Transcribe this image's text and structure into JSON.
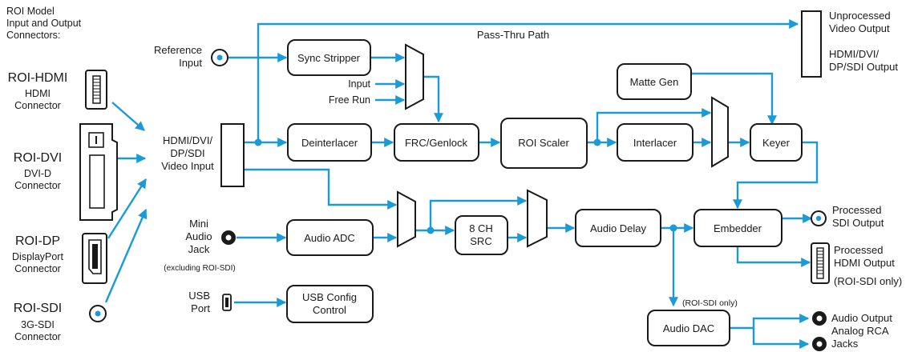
{
  "header": [
    "ROI Model",
    "Input and Output",
    "Connectors:"
  ],
  "connectors": [
    {
      "model": "ROI-HDMI",
      "desc": [
        "HDMI",
        "Connector"
      ]
    },
    {
      "model": "ROI-DVI",
      "desc": [
        "DVI-D",
        "Connector"
      ]
    },
    {
      "model": "ROI-DP",
      "desc": [
        "DisplayPort",
        "Connector"
      ]
    },
    {
      "model": "ROI-SDI",
      "desc": [
        "3G-SDI",
        "Connector"
      ]
    }
  ],
  "inputs": {
    "video_input": [
      "HDMI/DVI/",
      "DP/SDI",
      "Video Input"
    ],
    "reference": [
      "Reference",
      "Input"
    ],
    "mini_audio": [
      "Mini",
      "Audio",
      "Jack"
    ],
    "mini_audio_note": "(excluding ROI-SDI)",
    "usb": [
      "USB",
      "Port"
    ],
    "mux_input": "Input",
    "mux_free_run": "Free Run"
  },
  "blocks": {
    "sync_stripper": [
      "Sync Stripper"
    ],
    "deinterlacer": [
      "Deinterlacer"
    ],
    "frc_genlock": [
      "FRC/Genlock"
    ],
    "roi_scaler": [
      "ROI Scaler"
    ],
    "interlacer": [
      "Interlacer"
    ],
    "matte_gen": [
      "Matte Gen"
    ],
    "keyer": [
      "Keyer"
    ],
    "audio_adc": [
      "Audio ADC"
    ],
    "src": [
      "8 CH",
      "SRC"
    ],
    "audio_delay": [
      "Audio Delay"
    ],
    "embedder": [
      "Embedder"
    ],
    "audio_dac": [
      "Audio DAC"
    ],
    "usb_config": [
      "USB Config",
      "Control"
    ]
  },
  "outputs": {
    "pass_thru": "Pass-Thru Path",
    "unprocessed": [
      "Unprocessed",
      "Video Output"
    ],
    "unprocessed_types": [
      "HDMI/DVI/",
      "DP/SDI Output"
    ],
    "processed_sdi": [
      "Processed",
      "SDI Output"
    ],
    "processed_hdmi": [
      "Processed",
      "HDMI Output"
    ],
    "roi_sdi_only": "(ROI-SDI only)",
    "dac_note": "(ROI-SDI only)",
    "analog": [
      "Audio Output",
      "Analog RCA",
      "Jacks"
    ]
  },
  "colors": {
    "wire": "#1a9bd7",
    "outline": "#1a1a1a",
    "fill": "#ffffff"
  }
}
